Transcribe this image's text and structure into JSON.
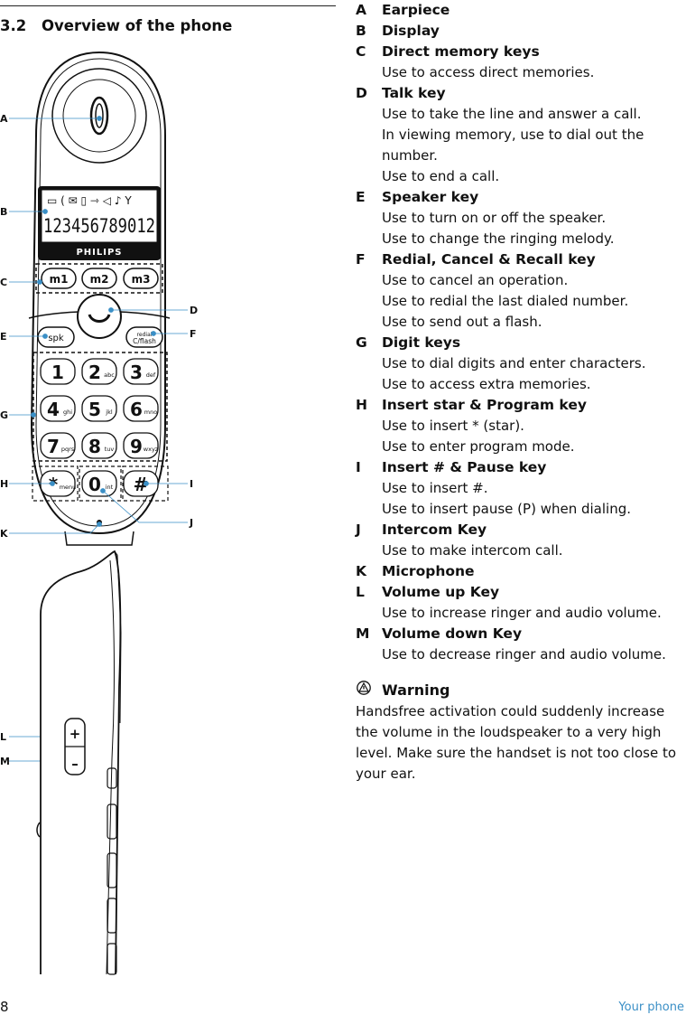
{
  "section": {
    "number": "3.2",
    "title": "Overview of the phone"
  },
  "figure": {
    "callouts": [
      "A",
      "B",
      "C",
      "D",
      "E",
      "F",
      "G",
      "H",
      "I",
      "J",
      "K",
      "L",
      "M"
    ],
    "display_digits": "123456789012",
    "brand": "PHILIPS",
    "memory_keys": [
      "m1",
      "m2",
      "m3"
    ],
    "spk_label": "spk",
    "redial_label": "redial",
    "flash_label": "C/flash",
    "keypad": [
      {
        "digit": "1",
        "sub": ""
      },
      {
        "digit": "2",
        "sub": "abc"
      },
      {
        "digit": "3",
        "sub": "def"
      },
      {
        "digit": "4",
        "sub": "ghi"
      },
      {
        "digit": "5",
        "sub": "jkl"
      },
      {
        "digit": "6",
        "sub": "mno"
      },
      {
        "digit": "7",
        "sub": "pqrs"
      },
      {
        "digit": "8",
        "sub": "tuv"
      },
      {
        "digit": "9",
        "sub": "wxyz"
      },
      {
        "digit": "*",
        "sub": "menu"
      },
      {
        "digit": "0",
        "sub": "int"
      },
      {
        "digit": "#",
        "sub": ""
      }
    ],
    "volume_up": "+",
    "volume_down": "–"
  },
  "items": [
    {
      "letter": "A",
      "title": "Earpiece",
      "lines": []
    },
    {
      "letter": "B",
      "title": "Display",
      "lines": []
    },
    {
      "letter": "C",
      "title": "Direct memory keys",
      "lines": [
        "Use to access direct memories."
      ]
    },
    {
      "letter": "D",
      "title": "Talk key",
      "lines": [
        "Use to take the line and answer a call.",
        "In viewing memory, use to dial out the number.",
        "Use to end a call."
      ]
    },
    {
      "letter": "E",
      "title": "Speaker key",
      "lines": [
        "Use to turn on or off the speaker.",
        "Use to change the ringing melody."
      ]
    },
    {
      "letter": "F",
      "title": "Redial, Cancel & Recall key",
      "lines": [
        "Use to cancel an operation.",
        "Use to redial the last dialed number.",
        "Use to send out a flash."
      ]
    },
    {
      "letter": "G",
      "title": "Digit keys",
      "lines": [
        "Use to dial digits and enter characters.",
        "Use to access extra memories."
      ]
    },
    {
      "letter": "H",
      "title": "Insert star & Program key",
      "lines": [
        "Use to insert * (star).",
        "Use to enter program mode."
      ]
    },
    {
      "letter": "I",
      "title": "Insert # & Pause key",
      "lines": [
        "Use to insert #.",
        "Use to insert pause (P) when dialing."
      ]
    },
    {
      "letter": "J",
      "title": "Intercom Key",
      "lines": [
        "Use to make intercom call."
      ]
    },
    {
      "letter": "K",
      "title": "Microphone",
      "lines": []
    },
    {
      "letter": "L",
      "title": "Volume up Key",
      "lines": [
        "Use to increase ringer and audio volume."
      ]
    },
    {
      "letter": "M",
      "title": "Volume down Key",
      "lines": [
        "Use to decrease ringer and audio volume."
      ]
    }
  ],
  "warning": {
    "title": "Warning",
    "text": "Handsfree activation could suddenly increase the volume in the loudspeaker to a very high level. Make sure the handset is not too close to your ear."
  },
  "footer": {
    "page": "8",
    "label": "Your phone"
  },
  "colors": {
    "callout": "#3a8fc6",
    "footer": "#3a8fc6"
  }
}
